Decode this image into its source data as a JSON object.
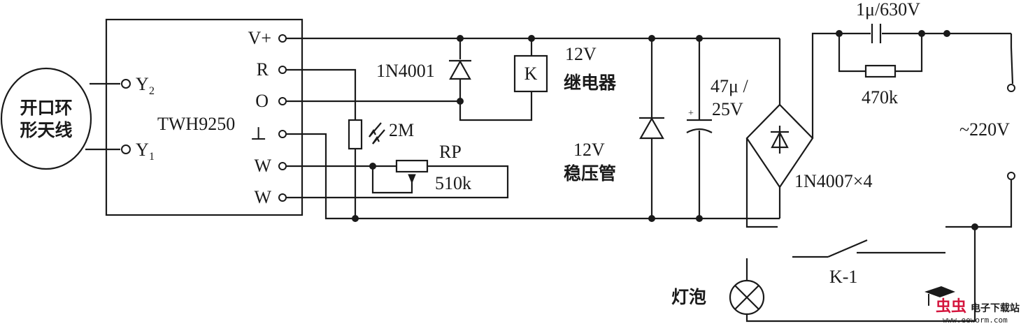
{
  "antenna": {
    "line1": "开口环",
    "line2": "形天线",
    "pin_y2": "Y",
    "pin_y2_sub": "2",
    "pin_y1": "Y",
    "pin_y1_sub": "1"
  },
  "ic": {
    "name": "TWH9250",
    "pins": [
      "V+",
      "R",
      "O",
      "⊥",
      "W",
      "W"
    ]
  },
  "diode": {
    "label": "1N4001"
  },
  "relay": {
    "symbol": "K",
    "voltage": "12V",
    "name": "继电器"
  },
  "photoresistor": {
    "label": "2M"
  },
  "pot": {
    "name": "RP",
    "value": "510k"
  },
  "zener": {
    "voltage": "12V",
    "name": "稳压管"
  },
  "capacitor": {
    "value": "47μ /",
    "voltage": "25V",
    "polarity": "+"
  },
  "bridge": {
    "label": "1N4007×4"
  },
  "series_cap": {
    "label": "1μ/630V"
  },
  "series_res": {
    "label": "470k"
  },
  "mains": {
    "label": "~220V"
  },
  "switch": {
    "label": "K-1"
  },
  "lamp": {
    "label": "灯泡"
  },
  "watermark": {
    "brand": "虫虫",
    "name": "电子下载站",
    "url": "www.eeworm.com"
  }
}
